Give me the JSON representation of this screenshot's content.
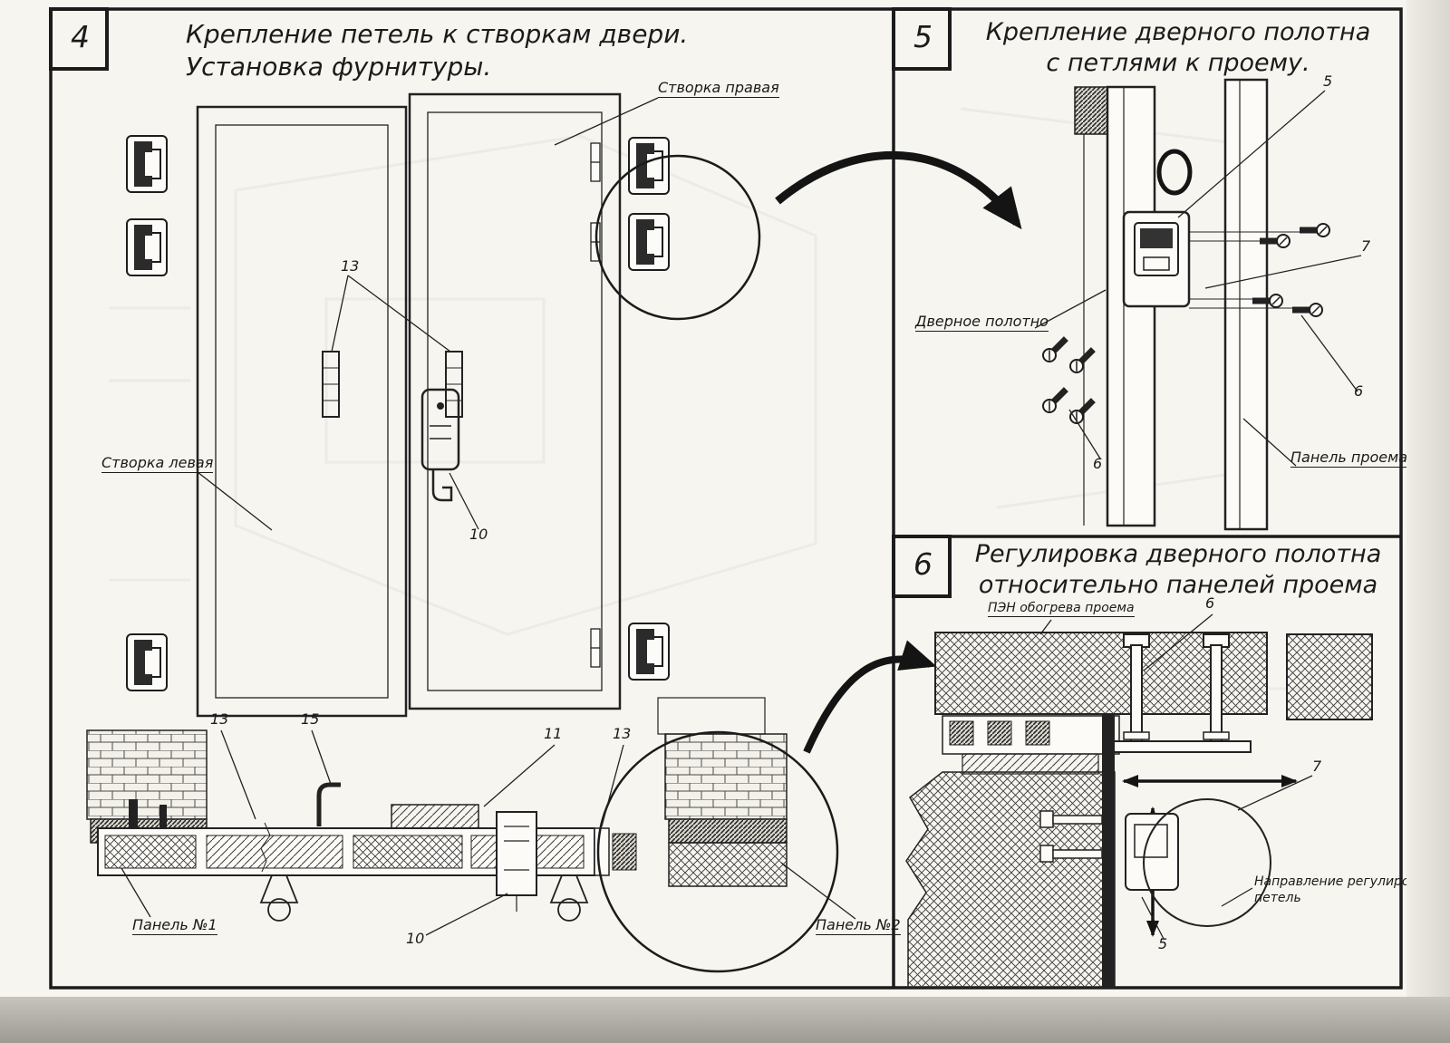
{
  "colors": {
    "ink": "#1b1b1b",
    "paper": "#f7f5ef"
  },
  "panel4": {
    "number": "4",
    "title_line1": "Крепление петель к створкам двери.",
    "title_line2": "Установка фурнитуры.",
    "label_right_leaf": "Створка правая",
    "label_left_leaf": "Створка левая",
    "label_panel1": "Панель №1",
    "label_panel2": "Панель №2",
    "callout_13a": "13",
    "callout_10a": "10",
    "callout_13b": "13",
    "callout_15": "15",
    "callout_11": "11",
    "callout_13c": "13",
    "callout_10b": "10"
  },
  "panel5": {
    "number": "5",
    "title_line1": "Крепление дверного полотна",
    "title_line2": "с петлями к проему.",
    "label_door_leaf": "Дверное полотно",
    "label_opening_panel": "Панель проема",
    "callout_5": "5",
    "callout_7": "7",
    "callout_6a": "6",
    "callout_6b": "6"
  },
  "panel6": {
    "number": "6",
    "title_line1": "Регулировка дверного полотна",
    "title_line2": "относительно панелей проема",
    "label_heater": "ПЭН обогрева проема",
    "label_direction_line1": "Направление регулировки",
    "label_direction_line2": "петель",
    "callout_6": "6",
    "callout_7": "7",
    "callout_5": "5"
  }
}
